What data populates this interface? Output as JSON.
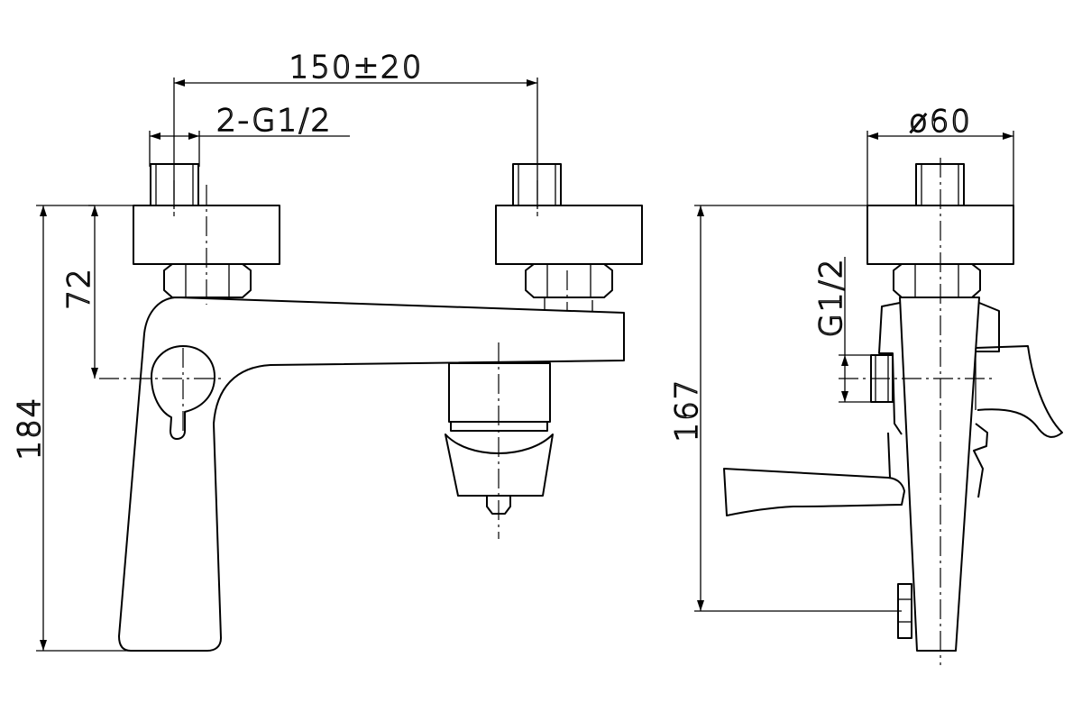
{
  "dimensions": {
    "spacing": "150±20",
    "inlet_thread": "2-G1/2",
    "diameter": "ø60",
    "height_to_axis": "72",
    "total_height": "184",
    "side_thread": "G1/2",
    "side_height": "167"
  }
}
